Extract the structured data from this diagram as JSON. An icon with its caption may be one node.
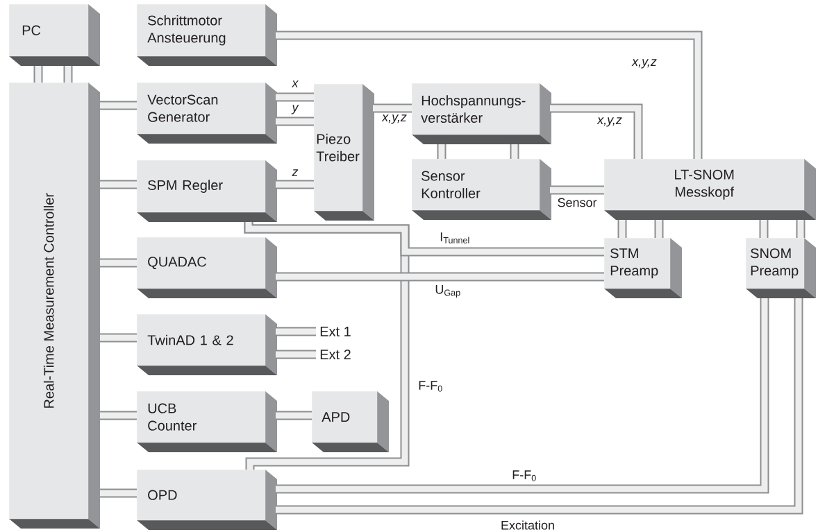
{
  "diagram": {
    "nodes": [
      {
        "text": [
          "PC"
        ]
      },
      {
        "text": [
          "Schrittmotor Ansteuerung"
        ]
      },
      {
        "text": [
          "Real-Time Measurement Controller"
        ]
      },
      {
        "text": [
          "VectorScan Generator"
        ]
      },
      {
        "text": [
          "Piezo Treiber"
        ]
      },
      {
        "text": [
          "Hochspannungs- verstärker"
        ]
      },
      {
        "text": [
          "SPM Regler"
        ]
      },
      {
        "text": [
          "Sensor Kontroller"
        ]
      },
      {
        "text": [
          "LT-SNOM Messkopf"
        ]
      },
      {
        "text": [
          "QUADAC"
        ]
      },
      {
        "text": [
          "STM Preamp"
        ]
      },
      {
        "text": [
          "SNOM Preamp"
        ]
      },
      {
        "text": [
          "TwinAD 1 & 2"
        ]
      },
      {
        "text": [
          "Ext 1"
        ]
      },
      {
        "text": [
          "Ext 2"
        ]
      },
      {
        "text": [
          "UCB Counter"
        ]
      },
      {
        "text": [
          "APD"
        ]
      },
      {
        "text": [
          "OPD"
        ]
      }
    ],
    "edges": [
      {
        "from": 0,
        "to": 2,
        "arrow": "none"
      },
      {
        "from": 0,
        "to": 2,
        "arrow": "none"
      },
      {
        "from": 1,
        "to": 8,
        "arrow": "none",
        "label": "x,y,z"
      },
      {
        "from": 2,
        "to": 3,
        "arrow": "none"
      },
      {
        "from": 3,
        "to": 4,
        "arrow": "none",
        "label": "x"
      },
      {
        "from": 3,
        "to": 4,
        "arrow": "none",
        "label": "y"
      },
      {
        "from": 4,
        "to": 5,
        "arrow": "none",
        "label": "x,y,z"
      },
      {
        "from": 5,
        "to": 8,
        "arrow": "none",
        "label": "x,y,z"
      },
      {
        "from": 5,
        "to": 7,
        "arrow": "none"
      },
      {
        "from": 5,
        "to": 7,
        "arrow": "none"
      },
      {
        "from": 2,
        "to": 6,
        "arrow": "none"
      },
      {
        "from": 6,
        "to": 4,
        "arrow": "none",
        "label": "z"
      },
      {
        "from": 7,
        "to": 8,
        "arrow": "none",
        "label": "Sensor"
      },
      {
        "from": 17,
        "to": 6,
        "arrow": "none",
        "label": "F-F$_{0}$"
      },
      {
        "from": 8,
        "to": 10,
        "arrow": "none"
      },
      {
        "from": 8,
        "to": 10,
        "arrow": "none"
      },
      {
        "from": 8,
        "to": 11,
        "arrow": "none"
      },
      {
        "from": 8,
        "to": 11,
        "arrow": "none"
      },
      {
        "from": 10,
        "to": 6,
        "arrow": "none",
        "label": "I$_{Tunnel}$"
      },
      {
        "from": 2,
        "to": 9,
        "arrow": "none"
      },
      {
        "from": 9,
        "to": 10,
        "arrow": "none",
        "label": "U$_{Gap}$"
      },
      {
        "from": 2,
        "to": 12,
        "arrow": "none"
      },
      {
        "from": 12,
        "to": 13,
        "arrow": "none"
      },
      {
        "from": 12,
        "to": 14,
        "arrow": "none"
      },
      {
        "from": 2,
        "to": 15,
        "arrow": "none"
      },
      {
        "from": 15,
        "to": 16,
        "arrow": "none"
      },
      {
        "from": 2,
        "to": 17,
        "arrow": "none"
      },
      {
        "from": 11,
        "to": 17,
        "arrow": "none",
        "label": "F-F$_{0}$"
      },
      {
        "from": 17,
        "to": 11,
        "arrow": "none",
        "label": "Excitation"
      }
    ]
  }
}
